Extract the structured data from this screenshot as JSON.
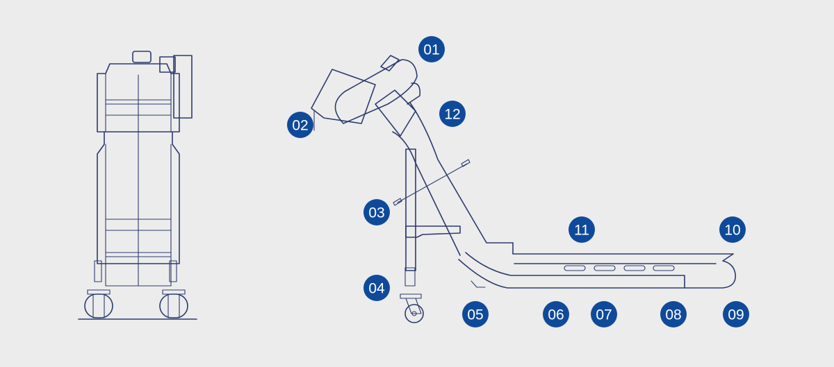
{
  "colors": {
    "background": "#ececec",
    "line": "#2b3b6e",
    "badge": "#0f4a9a",
    "badge_text": "#ffffff"
  },
  "callouts": [
    {
      "id": "01",
      "label": "01"
    },
    {
      "id": "02",
      "label": "02"
    },
    {
      "id": "03",
      "label": "03"
    },
    {
      "id": "04",
      "label": "04"
    },
    {
      "id": "05",
      "label": "05"
    },
    {
      "id": "06",
      "label": "06"
    },
    {
      "id": "07",
      "label": "07"
    },
    {
      "id": "08",
      "label": "08"
    },
    {
      "id": "09",
      "label": "09"
    },
    {
      "id": "10",
      "label": "10"
    },
    {
      "id": "11",
      "label": "11"
    },
    {
      "id": "12",
      "label": "12"
    }
  ]
}
